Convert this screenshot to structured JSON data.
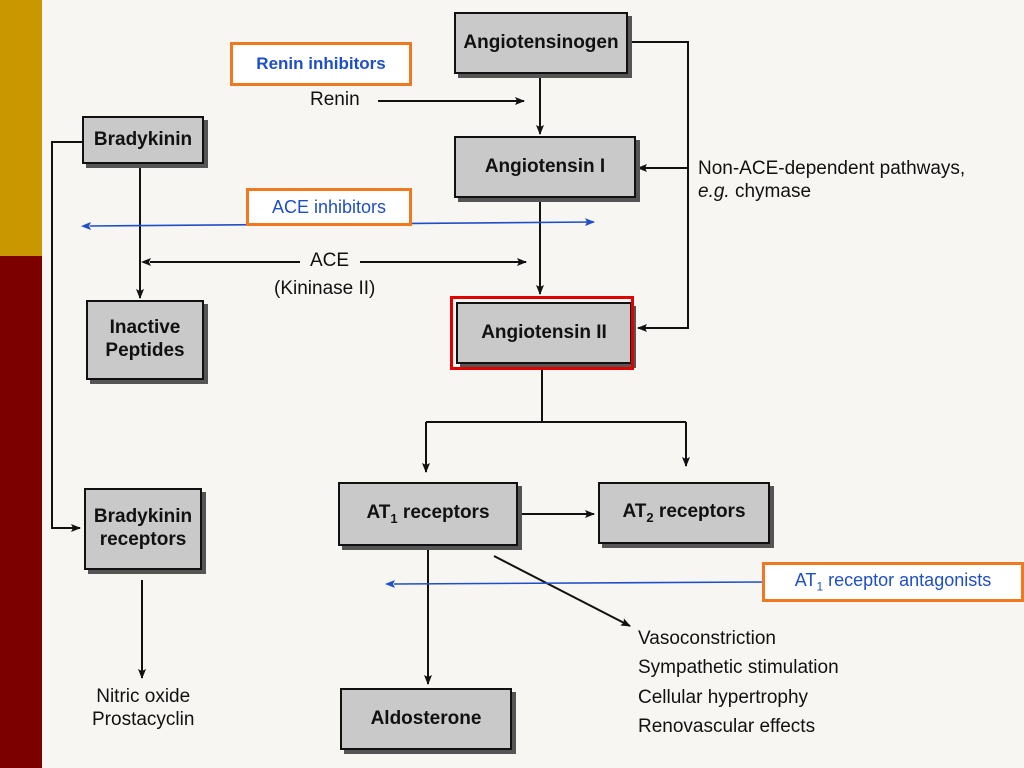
{
  "boxes": {
    "angiotensinogen": "Angiotensinogen",
    "bradykinin": "Bradykinin",
    "angiotensin_i": "Angiotensin I",
    "inactive_peptides": [
      "Inactive",
      "Peptides"
    ],
    "angiotensin_ii": "Angiotensin II",
    "bradykinin_receptors": [
      "Bradykinin",
      "receptors"
    ],
    "at1_receptors": {
      "prefix": "AT",
      "sub": "1",
      "suffix": " receptors"
    },
    "at2_receptors": {
      "prefix": "AT",
      "sub": "2",
      "suffix": " receptors"
    },
    "aldosterone": "Aldosterone"
  },
  "labels": {
    "renin": "Renin",
    "ace": "ACE",
    "kininase": "(Kininase II)",
    "non_ace_line1": "Non-ACE-dependent pathways,",
    "non_ace_eg": "e.g.",
    "non_ace_rest": " chymase",
    "nitric_oxide": "Nitric oxide",
    "prostacyclin": "Prostacyclin",
    "effects": [
      "Vasoconstriction",
      "Sympathetic stimulation",
      "Cellular hypertrophy",
      "Renovascular effects"
    ]
  },
  "inhibitors": {
    "renin": "Renin inhibitors",
    "ace": "ACE inhibitors",
    "at1": {
      "prefix": "AT",
      "sub": "1",
      "suffix": " receptor antagonists"
    }
  },
  "colors": {
    "inhibitor_text": "#1f4fc8",
    "inhibitor_border": "#f07820",
    "highlight": "#e00000",
    "blue_arrow": "#1f4fc8"
  }
}
